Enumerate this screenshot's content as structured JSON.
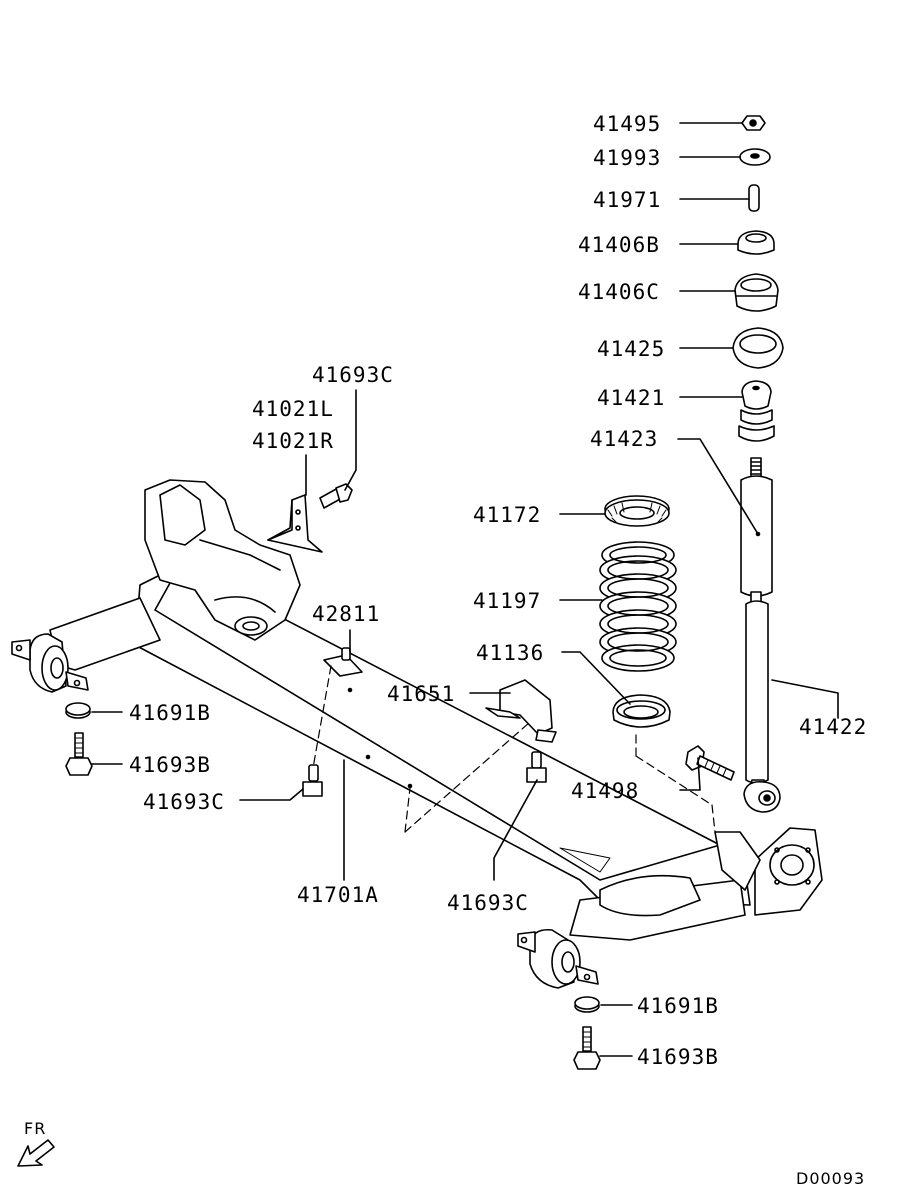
{
  "labels": {
    "p41495": "41495",
    "p41993": "41993",
    "p41971": "41971",
    "p41406B": "41406B",
    "p41406C": "41406C",
    "p41425": "41425",
    "p41421": "41421",
    "p41423": "41423",
    "p41172": "41172",
    "p41197": "41197",
    "p41136": "41136",
    "p41422": "41422",
    "p41498": "41498",
    "p41693C_top": "41693C",
    "p41021L": "41021L",
    "p41021R": "41021R",
    "p42811": "42811",
    "p41651": "41651",
    "p41691B_left": "41691B",
    "p41693B_left": "41693B",
    "p41693C_left": "41693C",
    "p41701A": "41701A",
    "p41693C_mid": "41693C",
    "p41691B_right": "41691B",
    "p41693B_right": "41693B"
  },
  "footer": {
    "direction": "FR",
    "diagram_code": "D00093"
  }
}
